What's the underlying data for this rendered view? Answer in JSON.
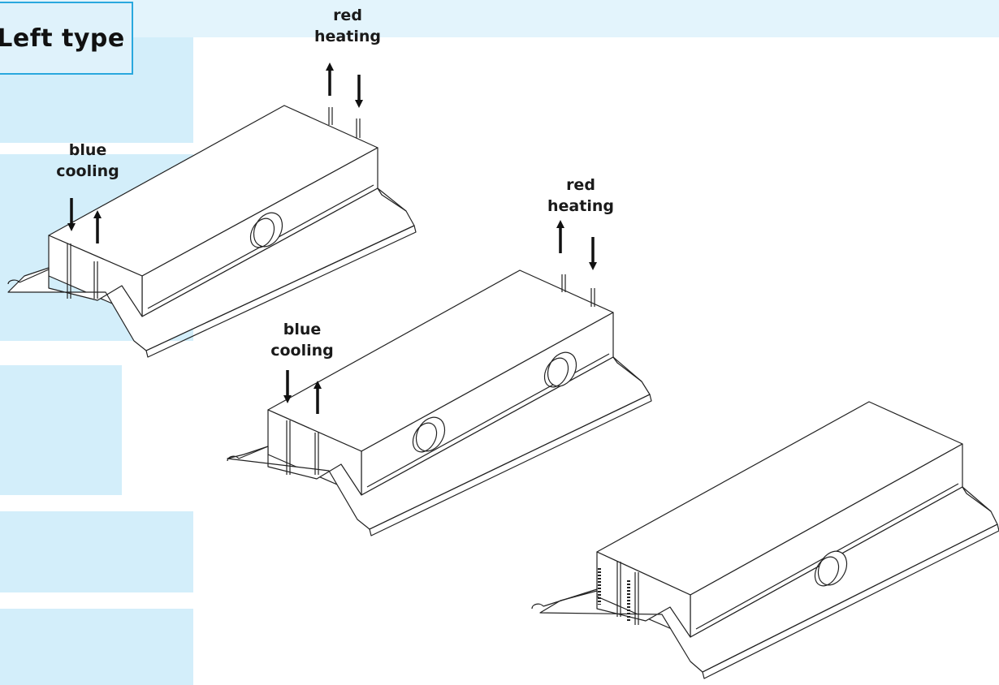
{
  "title": "Left type",
  "colors": {
    "accent": "#29a8de",
    "accent_light": "#d3eefa",
    "line": "#222222"
  },
  "unit_1": {
    "cooling_label": {
      "line1": "blue",
      "line2": "cooling"
    },
    "heating_label": {
      "line1": "red",
      "line2": "heating"
    }
  },
  "unit_2": {
    "cooling_label": {
      "line1": "blue",
      "line2": "cooling"
    },
    "heating_label": {
      "line1": "red",
      "line2": "heating"
    }
  }
}
